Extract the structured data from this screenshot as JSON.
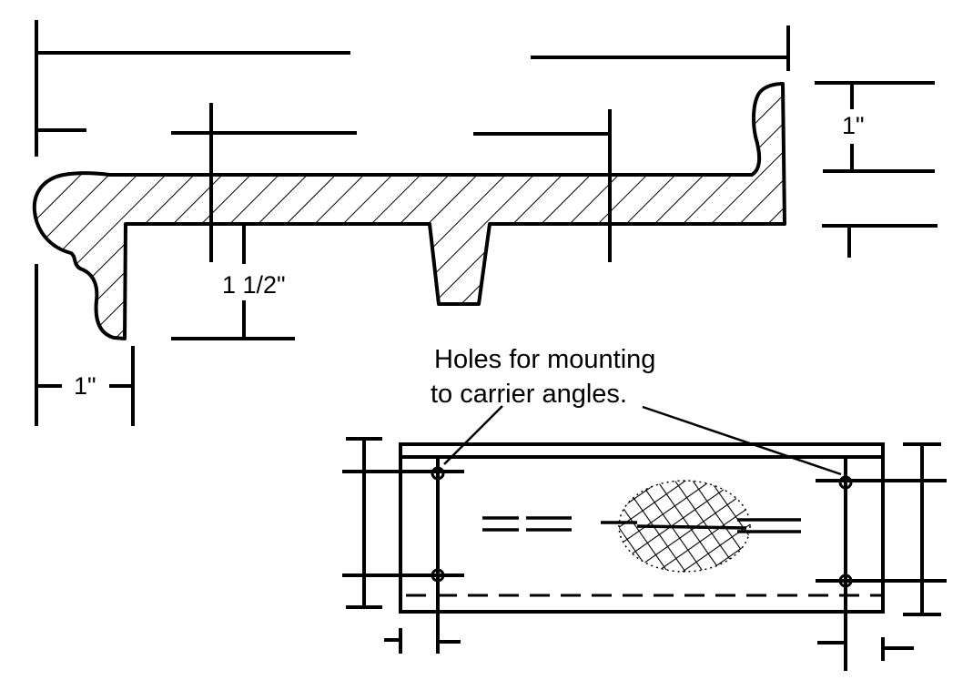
{
  "drawing": {
    "ink_color": "#000000",
    "paper_color": "#ffffff",
    "labels": {
      "dim_side_height": "1\"",
      "dim_rib_depth": "1 1/2\"",
      "dim_lip_width": "1\"",
      "note_line1": "Holes for mounting",
      "note_line2": "to carrier angles."
    }
  }
}
